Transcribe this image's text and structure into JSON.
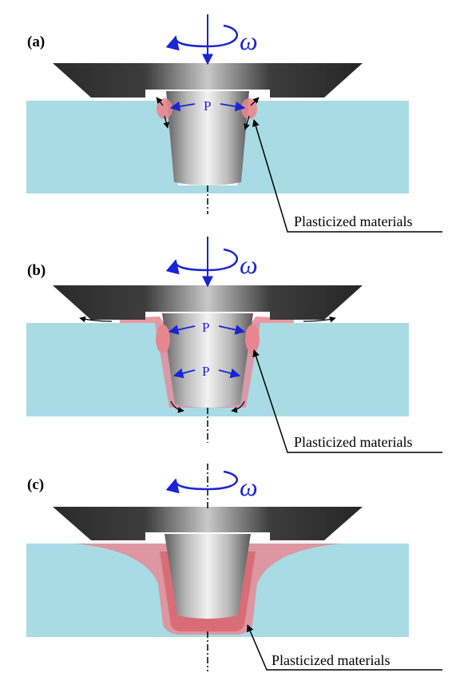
{
  "colors": {
    "workpiece": "#a9dbe5",
    "plasticized": "#e8868f",
    "rotation_arrow": "#1a24d6",
    "tool_shoulder": "#2b2b2b",
    "tool_pin": "#a8a8a8"
  },
  "panels": [
    {
      "label": "(a)",
      "omega": "ω",
      "pressure_labels": [
        "P"
      ],
      "callout": "Plasticized materials"
    },
    {
      "label": "(b)",
      "omega": "ω",
      "pressure_labels": [
        "P",
        "P"
      ],
      "callout": "Plasticized materials"
    },
    {
      "label": "(c)",
      "omega": "ω",
      "pressure_labels": [],
      "callout": "Plasticized materials"
    }
  ]
}
